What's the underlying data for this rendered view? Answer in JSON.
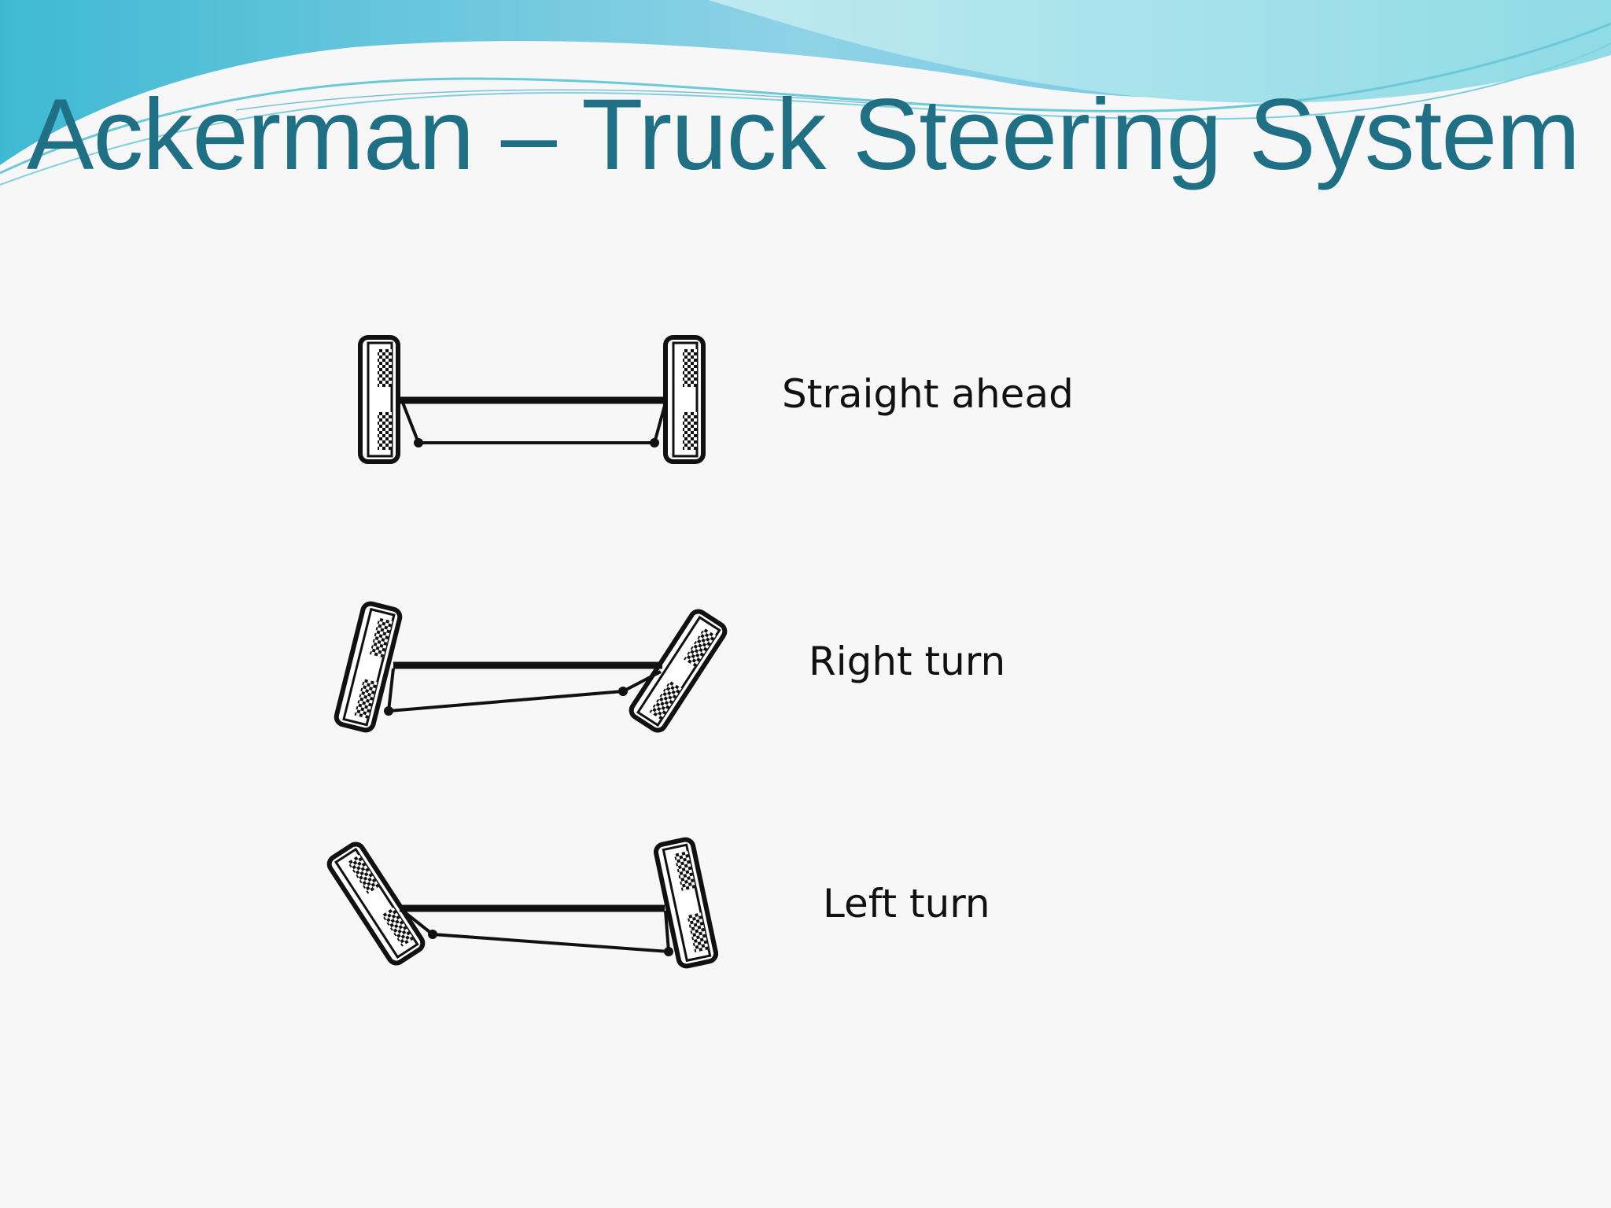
{
  "slide": {
    "title": "Ackerman – Truck Steering System"
  },
  "diagrams": {
    "straight": {
      "label": "Straight ahead"
    },
    "right": {
      "label": "Right turn"
    },
    "left": {
      "label": "Left turn"
    }
  },
  "colors": {
    "title": "#1f6f85",
    "wave_dark": "#5bc6dc",
    "wave_light": "#a9e3ec",
    "background": "#f7f7f7",
    "ink": "#111111"
  }
}
